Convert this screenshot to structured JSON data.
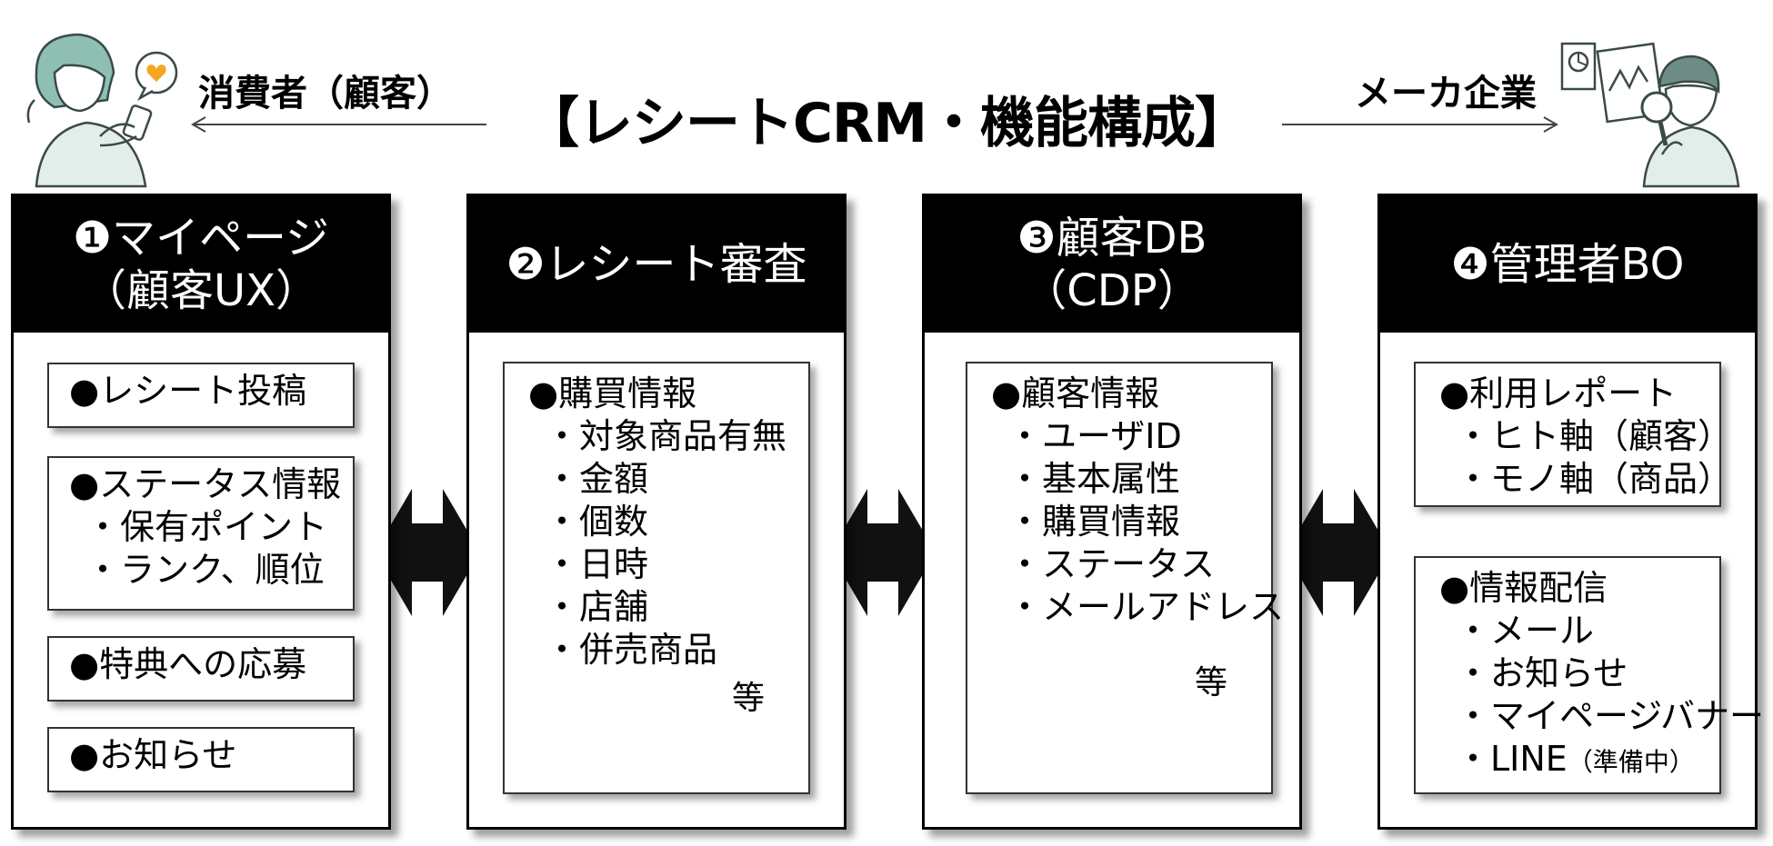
{
  "title": "【レシートCRM・機能構成】",
  "left_label": "消費者（顧客）",
  "right_label": "メーカ企業",
  "panels": [
    {
      "head": [
        "❶マイページ",
        "（顧客UX）"
      ],
      "boxes": [
        {
          "heading": "●レシート投稿",
          "items": []
        },
        {
          "heading": "●ステータス情報",
          "items": [
            "・保有ポイント",
            "・ランク、順位"
          ]
        },
        {
          "heading": "●特典への応募",
          "items": []
        },
        {
          "heading": "●お知らせ",
          "items": []
        }
      ]
    },
    {
      "head": [
        "❷レシート審査"
      ],
      "boxes": [
        {
          "heading": "●購買情報",
          "items": [
            "・対象商品有無",
            "・金額",
            "・個数",
            "・日時",
            "・店舗",
            "・併売商品"
          ],
          "etc": "等"
        }
      ]
    },
    {
      "head": [
        "❸顧客DB",
        "（CDP）"
      ],
      "boxes": [
        {
          "heading": "●顧客情報",
          "items": [
            "・ユーザID",
            "・基本属性",
            "・購買情報",
            "・ステータス",
            "・メールアドレス"
          ],
          "etc": "等"
        }
      ]
    },
    {
      "head": [
        "❹管理者BO"
      ],
      "boxes": [
        {
          "heading": "●利用レポート",
          "items": [
            "・ヒト軸（顧客）",
            "・モノ軸（商品）"
          ]
        },
        {
          "heading": "●情報配信",
          "items": [
            "・メール",
            "・お知らせ",
            "・マイページバナー",
            "・LINE"
          ],
          "note": "（準備中）"
        }
      ]
    }
  ]
}
